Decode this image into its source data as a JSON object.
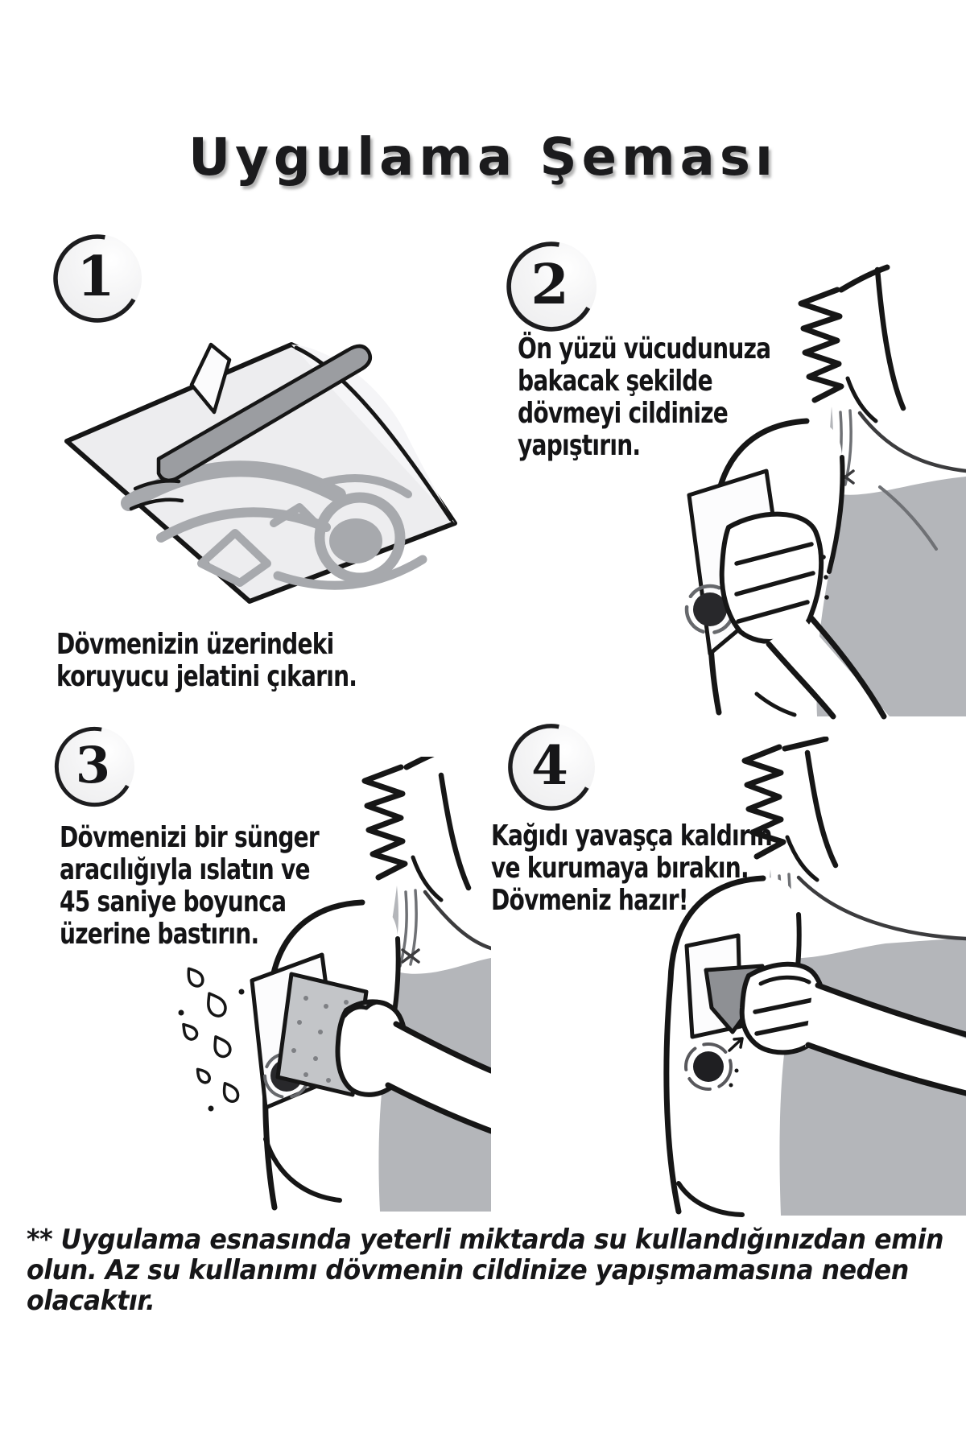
{
  "title": "Uygulama Şeması",
  "steps": [
    {
      "number": "1",
      "caption": "Dövmenizin üzerindeki\nkoruyucu jelatini çıkarın.",
      "illustration": "tattoo-paper-peel-protective-film"
    },
    {
      "number": "2",
      "caption": "Ön yüzü vücudunuza\nbakacak şekilde\ndövmeyi cildinize\nyapıştırın.",
      "illustration": "press-tattoo-paper-on-arm"
    },
    {
      "number": "3",
      "caption": "Dövmenizi bir sünger\naracılığıyla ıslatın ve\n45 saniye boyunca\nüzerine bastırın.",
      "illustration": "wet-sponge-pressing-on-arm"
    },
    {
      "number": "4",
      "caption": "Kağıdı yavaşça kaldırın\nve kurumaya bırakın.\nDövmeniz hazır!",
      "illustration": "lift-paper-tattoo-ready"
    }
  ],
  "footnote": "** Uygulama esnasında yeterli miktarda su kullandığınızdan emin\nolun. Az su kullanımı dövmenin cildinize yapışmamasına neden\nolacaktır.",
  "colors": {
    "ink": "#161616",
    "shirt_gray": "#b4b6ba",
    "paper_gray": "#ededef",
    "design_gray": "#a7a9ad",
    "strip_gray": "#9b9da1",
    "sponge_gray": "#c3c5c8",
    "flap_gray": "#8e9094",
    "tattoo_dark": "#26262a",
    "badge_fill": "#f1f1f2",
    "background": "#ffffff"
  }
}
